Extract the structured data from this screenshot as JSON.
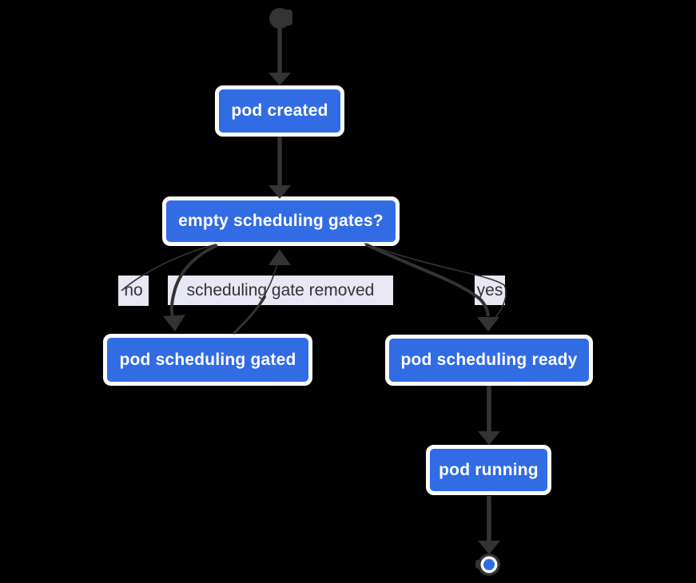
{
  "diagram": {
    "type": "flowchart",
    "colors": {
      "background": "#000000",
      "node_fill": "#326ce5",
      "node_border": "#ffffff",
      "node_text": "#ffffff",
      "edge": "#333333",
      "edge_label_background": "#e8e7f4",
      "edge_label_text": "#333333",
      "final_state_inner": "#326ce5",
      "final_state_ring": "#ffffff"
    },
    "nodes": {
      "pod_created": "pod created",
      "empty_scheduling_gates": "empty scheduling gates?",
      "pod_scheduling_gated": "pod scheduling gated",
      "pod_scheduling_ready": "pod scheduling ready",
      "pod_running": "pod running"
    },
    "edge_labels": {
      "no": "no",
      "scheduling_gate_removed": "scheduling gate removed",
      "yes": "yes"
    }
  }
}
